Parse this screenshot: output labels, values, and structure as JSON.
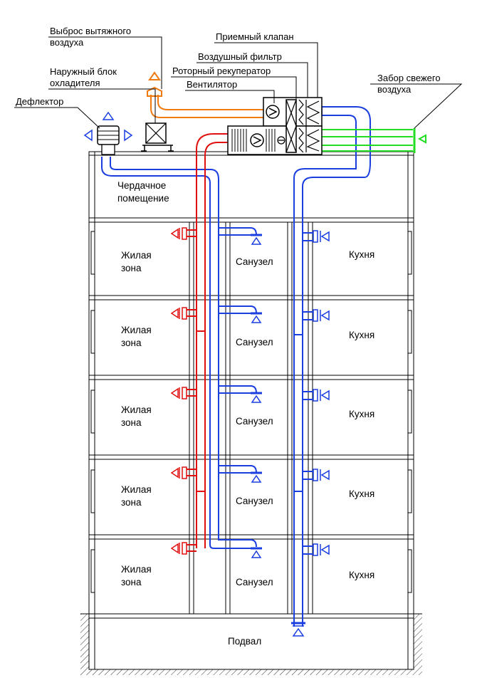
{
  "labels": {
    "exhaust_outlet_1": "Выброс вытяжного",
    "exhaust_outlet_2": "воздуха",
    "supply_valve": "Приемный клапан",
    "air_filter": "Воздушный фильтр",
    "outdoor_unit_1": "Наружный блок",
    "outdoor_unit_2": "охладителя",
    "rotary_recuperator": "Роторный рекуператор",
    "fan": "Вентилятор",
    "fresh_intake_1": "Забор свежего",
    "fresh_intake_2": "воздуха",
    "deflector": "Дефлектор",
    "attic_1": "Чердачное",
    "attic_2": "помещение",
    "basement": "Подвал"
  },
  "floors": [
    {
      "living_1": "Жилая",
      "living_2": "зона",
      "bathroom": "Санузел",
      "kitchen": "Кухня"
    },
    {
      "living_1": "Жилая",
      "living_2": "зона",
      "bathroom": "Санузел",
      "kitchen": "Кухня"
    },
    {
      "living_1": "Жилая",
      "living_2": "зона",
      "bathroom": "Санузел",
      "kitchen": "Кухня"
    },
    {
      "living_1": "Жилая",
      "living_2": "зона",
      "bathroom": "Санузел",
      "kitchen": "Кухня"
    },
    {
      "living_1": "Жилая",
      "living_2": "зона",
      "bathroom": "Санузел",
      "kitchen": "Кухня"
    }
  ],
  "colors": {
    "supply": "#e01010",
    "exhaust": "#1a3ee0",
    "outlet": "#f07a12",
    "fresh": "#22dd22",
    "structure": "#000000"
  }
}
